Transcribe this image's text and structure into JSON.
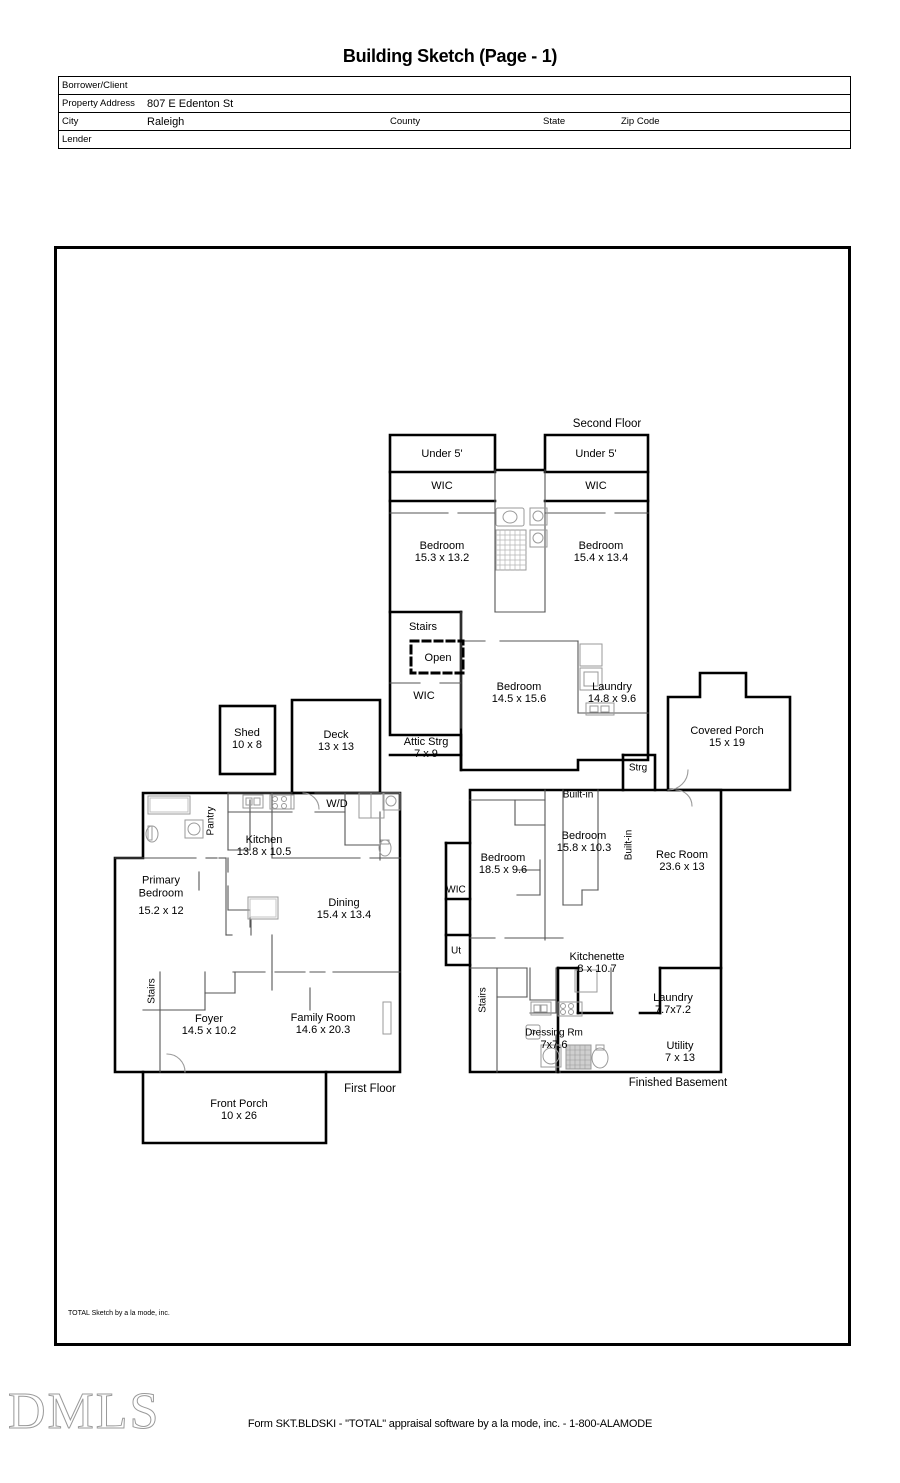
{
  "document": {
    "title": "Building Sketch (Page - 1)",
    "form_line": "Form SKT.BLDSKI - \"TOTAL\" appraisal software by a la mode, inc. - 1-800-ALAMODE",
    "sketch_credit": "TOTAL Sketch by a la mode, inc.",
    "watermark": "DMLS"
  },
  "header": {
    "rows": [
      {
        "label": "Borrower/Client",
        "value": ""
      },
      {
        "label": "Property Address",
        "value": "807 E Edenton St"
      },
      {
        "label": "City",
        "value": "Raleigh",
        "county_label": "County",
        "county_value": "",
        "state_label": "State",
        "state_value": "",
        "zip_label": "Zip Code",
        "zip_value": ""
      },
      {
        "label": "Lender",
        "value": ""
      }
    ]
  },
  "floors": {
    "second_floor_label": "Second Floor",
    "first_floor_label": "First Floor",
    "finished_basement_label": "Finished Basement"
  },
  "rooms": {
    "second_floor": [
      {
        "name": "Under 5'",
        "dims": ""
      },
      {
        "name": "WIC",
        "dims": ""
      },
      {
        "name": "Bedroom",
        "dims": "15.3 x 13.2"
      },
      {
        "name": "Under 5'",
        "dims": ""
      },
      {
        "name": "WIC",
        "dims": ""
      },
      {
        "name": "Bedroom",
        "dims": "15.4 x 13.4"
      },
      {
        "name": "Stairs",
        "dims": ""
      },
      {
        "name": "Open",
        "dims": ""
      },
      {
        "name": "WIC",
        "dims": ""
      },
      {
        "name": "Attic Strg",
        "dims": "7 x 9"
      },
      {
        "name": "Bedroom",
        "dims": "14.5 x 15.6"
      },
      {
        "name": "Laundry",
        "dims": "14.8 x 9.6"
      }
    ],
    "first_floor": [
      {
        "name": "Shed",
        "dims": "10 x 8"
      },
      {
        "name": "Deck",
        "dims": "13 x 13"
      },
      {
        "name": "Pantry",
        "dims": ""
      },
      {
        "name": "W/D",
        "dims": ""
      },
      {
        "name": "Kitchen",
        "dims": "13.8 x 10.5"
      },
      {
        "name": "Primary Bedroom",
        "dims": "15.2 x 12"
      },
      {
        "name": "Dining",
        "dims": "15.4 x 13.4"
      },
      {
        "name": "Stairs",
        "dims": ""
      },
      {
        "name": "Foyer",
        "dims": "14.5 x 10.2"
      },
      {
        "name": "Family Room",
        "dims": "14.6 x 20.3"
      },
      {
        "name": "Front Porch",
        "dims": "10 x 26"
      }
    ],
    "basement": [
      {
        "name": "Covered Porch",
        "dims": "15 x 19"
      },
      {
        "name": "Strg",
        "dims": ""
      },
      {
        "name": "Built-in",
        "dims": ""
      },
      {
        "name": "Built-in",
        "dims": ""
      },
      {
        "name": "WIC",
        "dims": ""
      },
      {
        "name": "Ut",
        "dims": ""
      },
      {
        "name": "Bedroom",
        "dims": "18.5 x 9.6"
      },
      {
        "name": "Bedroom",
        "dims": "15.8 x 10.3"
      },
      {
        "name": "Rec Room",
        "dims": "23.6 x 13"
      },
      {
        "name": "Stairs",
        "dims": ""
      },
      {
        "name": "Kitchenette",
        "dims": "8 x 10.7"
      },
      {
        "name": "Dressing Rm",
        "dims": "7x7.6"
      },
      {
        "name": "Laundry",
        "dims": "7.7x7.2"
      },
      {
        "name": "Utility",
        "dims": "7 x 13"
      }
    ]
  },
  "labels": {
    "sf_under5_left": "Under 5'",
    "sf_wic_left": "WIC",
    "sf_bed_left_name": "Bedroom",
    "sf_bed_left_dims": "15.3 x 13.2",
    "sf_under5_right": "Under 5'",
    "sf_wic_right": "WIC",
    "sf_bed_right_name": "Bedroom",
    "sf_bed_right_dims": "15.4 x 13.4",
    "sf_stairs": "Stairs",
    "sf_open": "Open",
    "sf_wic_lower": "WIC",
    "sf_attic_name": "Attic Strg",
    "sf_attic_dims": "7 x 9",
    "sf_bed_mid_name": "Bedroom",
    "sf_bed_mid_dims": "14.5 x 15.6",
    "sf_laundry_name": "Laundry",
    "sf_laundry_dims": "14.8 x 9.6",
    "ff_shed_name": "Shed",
    "ff_shed_dims": "10 x 8",
    "ff_deck_name": "Deck",
    "ff_deck_dims": "13 x 13",
    "ff_pantry": "Pantry",
    "ff_wd": "W/D",
    "ff_kitchen_name": "Kitchen",
    "ff_kitchen_dims": "13.8 x 10.5",
    "ff_primary_name": "Primary\nBedroom",
    "ff_primary_dims": "15.2 x 12",
    "ff_dining_name": "Dining",
    "ff_dining_dims": "15.4 x 13.4",
    "ff_stairs": "Stairs",
    "ff_foyer_name": "Foyer",
    "ff_foyer_dims": "14.5 x 10.2",
    "ff_family_name": "Family Room",
    "ff_family_dims": "14.6 x 20.3",
    "ff_porch_name": "Front Porch",
    "ff_porch_dims": "10 x 26",
    "bs_covered_name": "Covered Porch",
    "bs_covered_dims": "15 x 19",
    "bs_strg": "Strg",
    "bs_builtin_top": "Built-in",
    "bs_builtin_vert": "Built-in",
    "bs_wic": "WIC",
    "bs_ut": "Ut",
    "bs_bed_left_name": "Bedroom",
    "bs_bed_left_dims": "18.5 x 9.6",
    "bs_bed_mid_name": "Bedroom",
    "bs_bed_mid_dims": "15.8 x 10.3",
    "bs_rec_name": "Rec Room",
    "bs_rec_dims": "23.6 x 13",
    "bs_stairs": "Stairs",
    "bs_kitchenette_name": "Kitchenette",
    "bs_kitchenette_dims": "8 x 10.7",
    "bs_dressing_name": "Dressing Rm",
    "bs_dressing_dims": "7x7.6",
    "bs_laundry_name": "Laundry",
    "bs_laundry_dims": "7.7x7.2",
    "bs_utility_name": "Utility",
    "bs_utility_dims": "7 x 13"
  },
  "colors": {
    "ink": "#000000",
    "paper": "#ffffff",
    "fixture": "#b0b0b0",
    "watermark": "#9a9a9a"
  }
}
